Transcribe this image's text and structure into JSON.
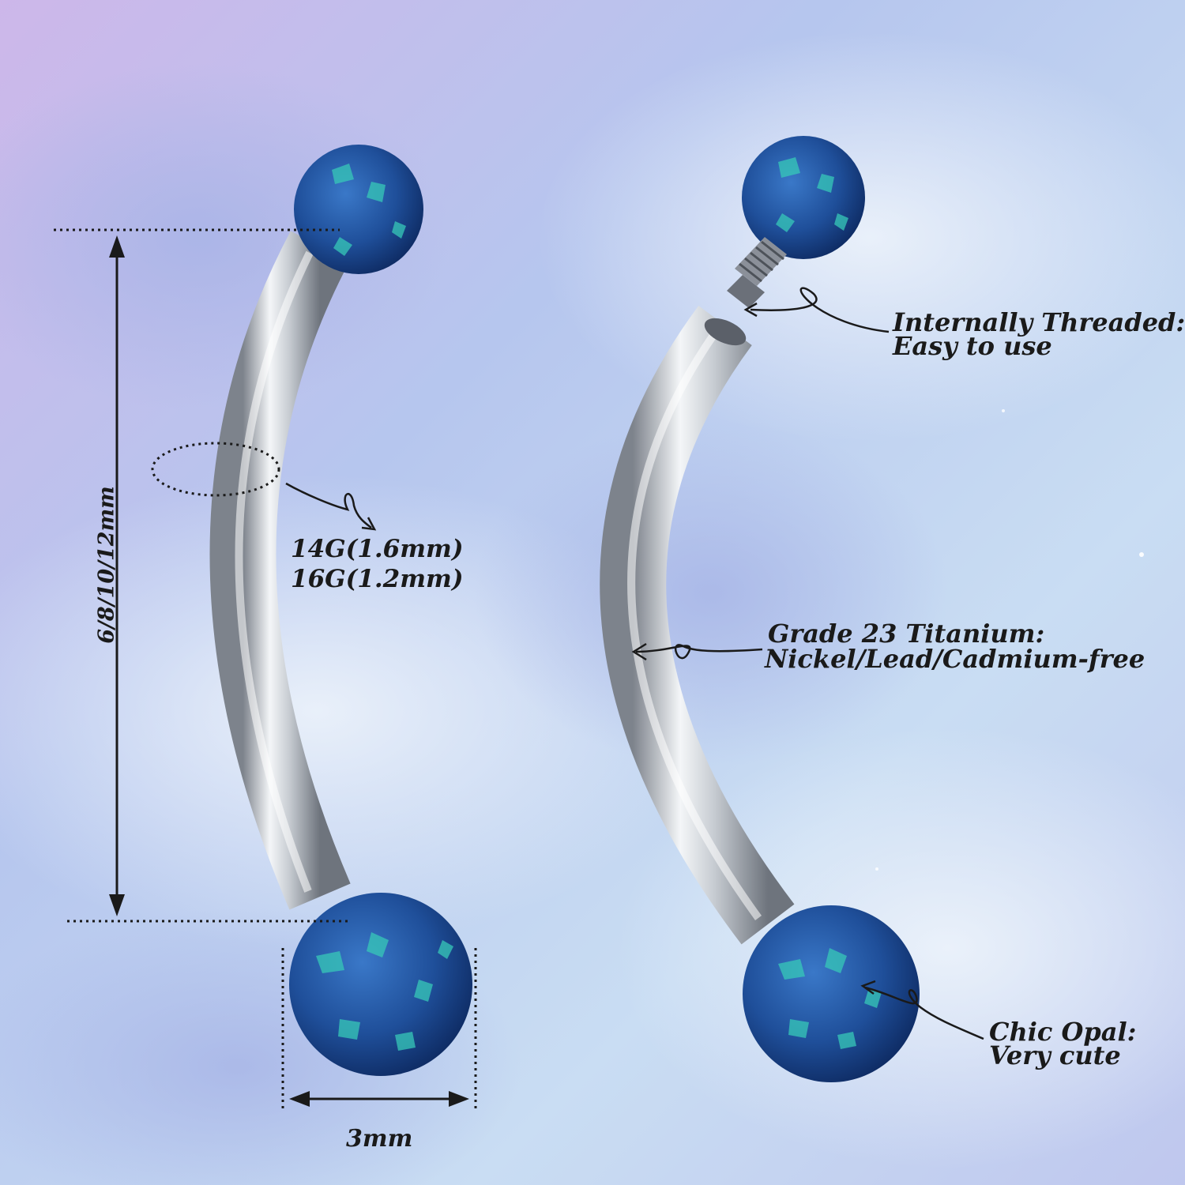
{
  "product_image": {
    "colors": {
      "background_a": "#b9c2ea",
      "background_b": "#d6d2f0",
      "background_c": "#cfe3f2",
      "opal": "#1f4f9a",
      "opal_fleck": "#37c9b8",
      "metal": "#c8ccd2"
    },
    "left_piece": {
      "length_label": "6/8/10/12mm",
      "gauge_label_1": "14G(1.6mm)",
      "gauge_label_2": "16G(1.2mm)",
      "ball_size_label": "3mm"
    },
    "right_piece": {
      "thread_title": "Internally Threaded:",
      "thread_sub": "Easy to use",
      "material_title": "Grade 23 Titanium:",
      "material_sub": "Nickel/Lead/Cadmium-free",
      "opal_title": "Chic Opal:",
      "opal_sub": "Very cute"
    }
  }
}
